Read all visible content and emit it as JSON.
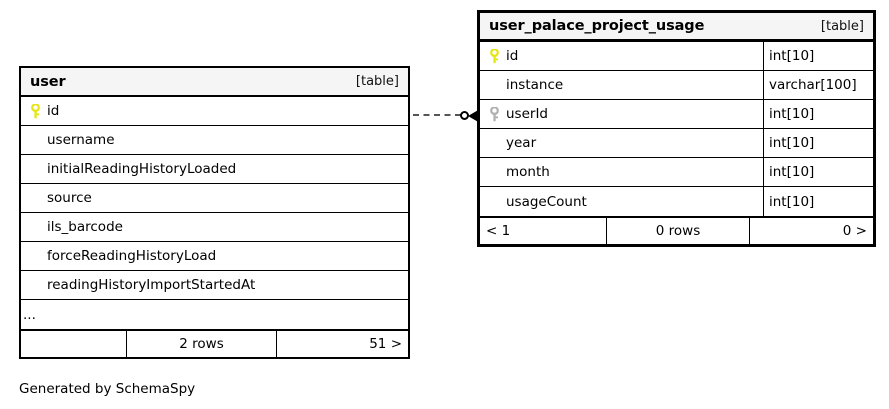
{
  "diagram": {
    "caption": "Generated by SchemaSpy",
    "background_color": "#ffffff",
    "border_color": "#000000",
    "header_background": "#f5f5f5",
    "primary_key_color": "#e5e515",
    "foreign_key_color": "#b0b0b0",
    "relationship_line_color": "#555555"
  },
  "tables": [
    {
      "id": "user",
      "name": "user",
      "kind": "[table]",
      "has_type_column": false,
      "columns": [
        {
          "name": "id",
          "key": "primary",
          "type": ""
        },
        {
          "name": "username",
          "key": "none",
          "type": ""
        },
        {
          "name": "initialReadingHistoryLoaded",
          "key": "none",
          "type": ""
        },
        {
          "name": "source",
          "key": "none",
          "type": ""
        },
        {
          "name": "ils_barcode",
          "key": "none",
          "type": ""
        },
        {
          "name": "forceReadingHistoryLoad",
          "key": "none",
          "type": ""
        },
        {
          "name": "readingHistoryImportStartedAt",
          "key": "none",
          "type": ""
        },
        {
          "name": "...",
          "key": "none",
          "type": "",
          "ellipsis": true
        }
      ],
      "footer": {
        "prev": "",
        "rows": "2 rows",
        "next": "51 >"
      }
    },
    {
      "id": "user_palace_project_usage",
      "name": "user_palace_project_usage",
      "kind": "[table]",
      "has_type_column": true,
      "columns": [
        {
          "name": "id",
          "key": "primary",
          "type": "int[10]"
        },
        {
          "name": "instance",
          "key": "none",
          "type": "varchar[100]"
        },
        {
          "name": "userId",
          "key": "foreign",
          "type": "int[10]"
        },
        {
          "name": "year",
          "key": "none",
          "type": "int[10]"
        },
        {
          "name": "month",
          "key": "none",
          "type": "int[10]"
        },
        {
          "name": "usageCount",
          "key": "none",
          "type": "int[10]"
        }
      ],
      "footer": {
        "prev": "< 1",
        "rows": "0 rows",
        "next": "0 >"
      }
    }
  ],
  "relationships": [
    {
      "from_table": "user",
      "from_column": "id",
      "to_table": "user_palace_project_usage",
      "to_column": "userId",
      "style": "dashed",
      "source_marker": "none",
      "mid_marker": "circle",
      "target_marker": "arrow"
    }
  ]
}
